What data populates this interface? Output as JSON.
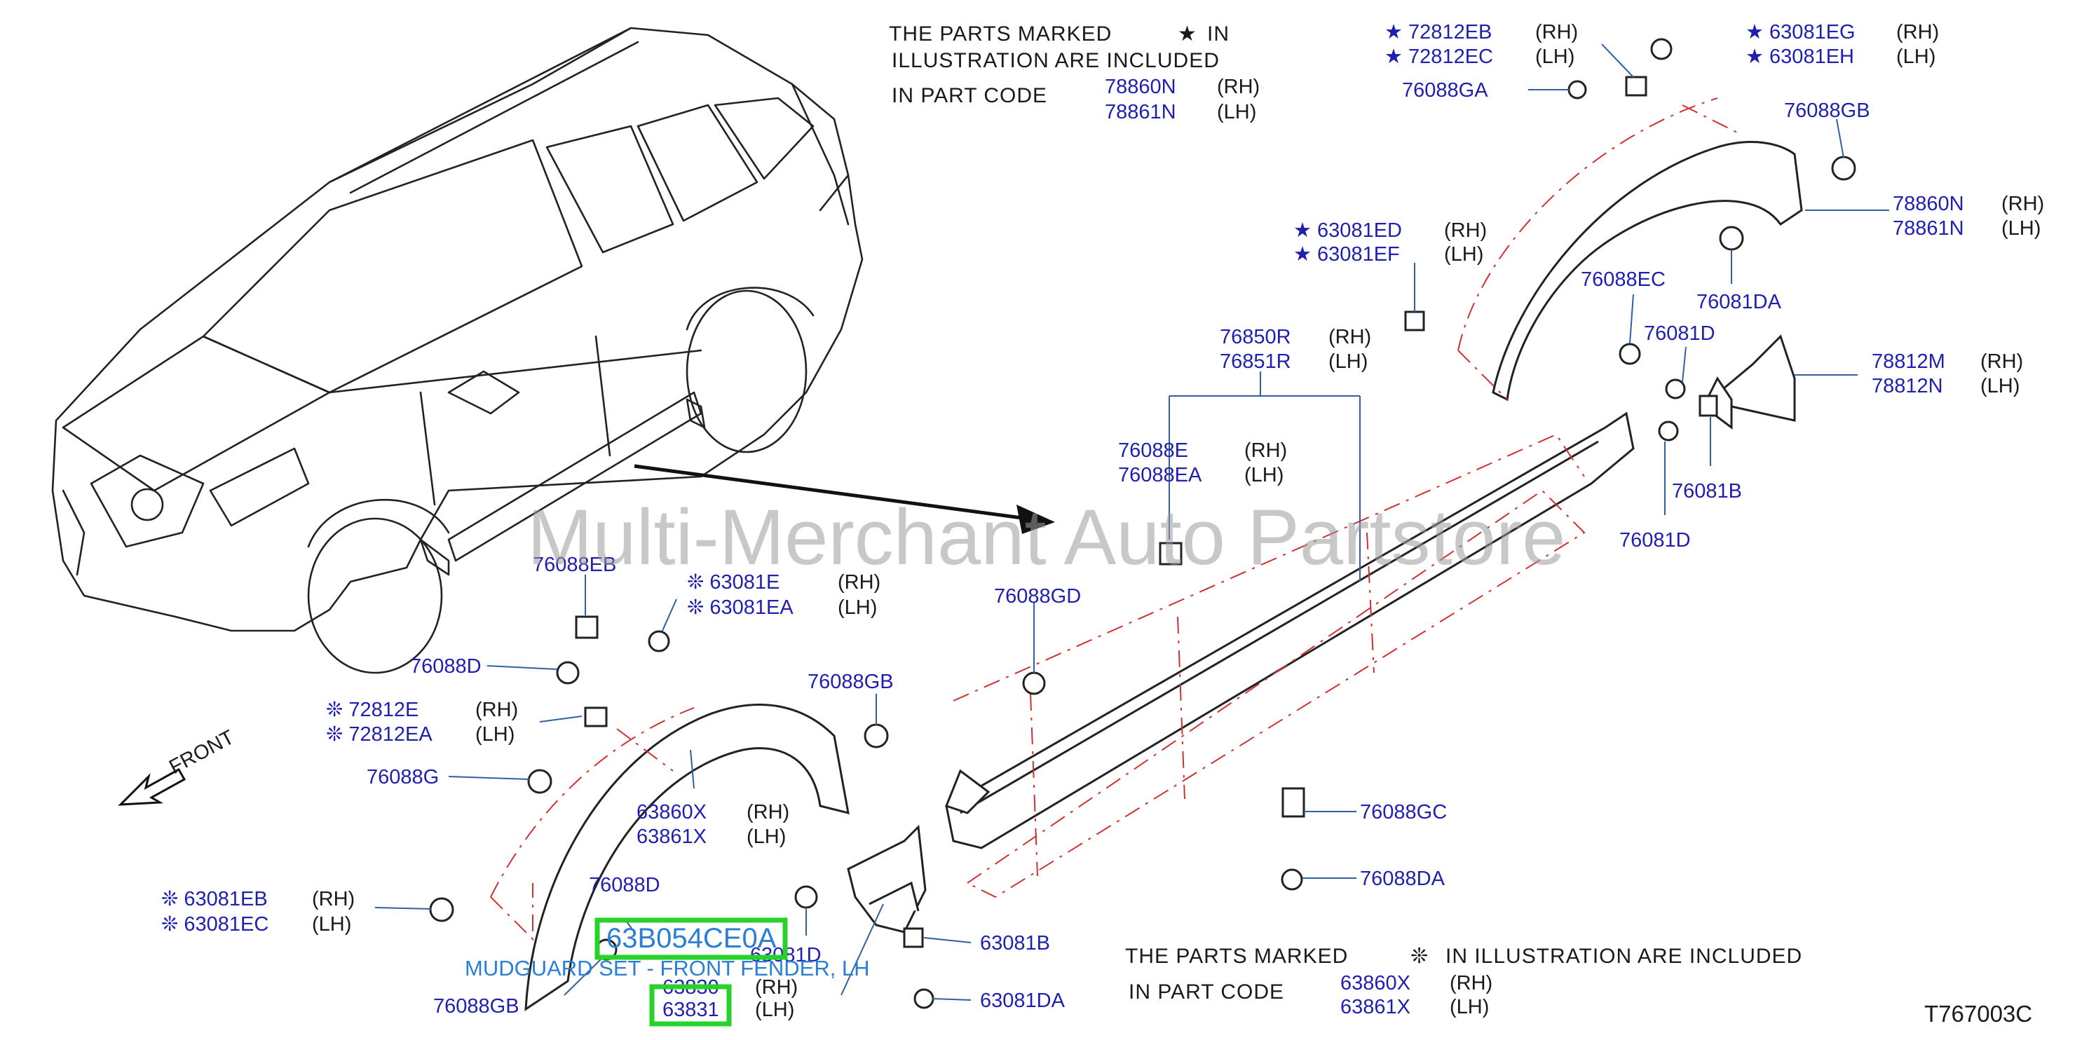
{
  "notes": {
    "top": {
      "line1": "THE   PARTS   MARKED",
      "symbol": "★",
      "word_in": "IN",
      "line2": "ILLUSTRATION   ARE   INCLUDED",
      "line3": "IN   PART   CODE",
      "codes": [
        "78860N",
        "78861N"
      ],
      "sides": [
        "(RH)",
        "(LH)"
      ]
    },
    "bottom": {
      "line1": "THE   PARTS   MARKED",
      "symbol": "❊",
      "rest": "IN   ILLUSTRATION   ARE   INCLUDED",
      "line2": "IN   PART   CODE",
      "codes": [
        "63860X",
        "63861X"
      ],
      "sides": [
        "(RH)",
        "(LH)"
      ]
    }
  },
  "labels": {
    "l72812eb": "★ 72812EB",
    "l72812ec": "★ 72812EC",
    "l63081eg": "★ 63081EG",
    "l63081eh": "★ 63081EH",
    "l76088ga": "76088GA",
    "l76088gb_top": "76088GB",
    "l78860n": "78860N",
    "l78861n": "78861N",
    "l63081ed": "★ 63081ED",
    "l63081ef": "★ 63081EF",
    "l76088ec": "76088EC",
    "l76081da": "76081DA",
    "l76081d_a": "76081D",
    "l78812m": "78812M",
    "l78812n": "78812N",
    "l76850r": "76850R",
    "l76851r": "76851R",
    "l76088e": "76088E",
    "l76088ea": "76088EA",
    "l76081b": "76081B",
    "l76081d_b": "76081D",
    "l76088eb": "76088EB",
    "l63081e": "❊ 63081E",
    "l63081ea": "❊ 63081EA",
    "l76088gd": "76088GD",
    "l76088d_a": "76088D",
    "l76088gb_mid": "76088GB",
    "l72812e": "❊ 72812E",
    "l72812ea": "❊ 72812EA",
    "l76088g": "76088G",
    "l63860x": "63860X",
    "l63861x": "63861X",
    "l76088gc": "76088GC",
    "l76088da": "76088DA",
    "l63081eb": "❊ 63081EB",
    "l63081ec": "❊ 63081EC",
    "l76088d_b": "76088D",
    "l63081d": "63081D",
    "l63830": "63830",
    "l63831": "63831",
    "l63081b": "63081B",
    "l63081da": "63081DA",
    "l76088gb_bot": "76088GB"
  },
  "sides": {
    "rh": "(RH)",
    "lh": "(LH)"
  },
  "front_label": "FRONT",
  "watermark": "Multi-Merchant Auto Partstore",
  "highlight_code": "63B054CE0A",
  "highlight_caption": "MUDGUARD SET - FRONT FENDER, LH",
  "diagram_code": "T767003C",
  "colors": {
    "part_number": "#1f1fb0",
    "highlight": "#27d22a",
    "caption": "#2a7fd4",
    "dash": "#d23030"
  }
}
